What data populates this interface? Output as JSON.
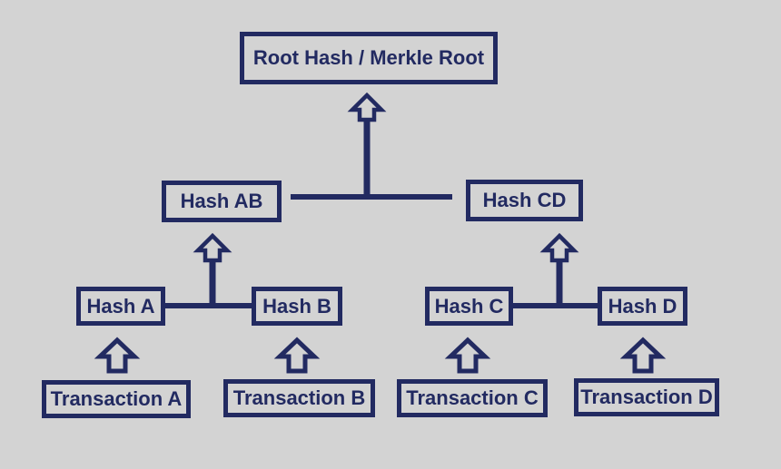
{
  "colors": {
    "background": "#d3d3d3",
    "navy": "#222a61"
  },
  "diagram": {
    "type": "merkle-tree",
    "nodes": {
      "root": {
        "label": "Root Hash / Merkle Root"
      },
      "hash_ab": {
        "label": "Hash AB"
      },
      "hash_cd": {
        "label": "Hash CD"
      },
      "hash_a": {
        "label": "Hash A"
      },
      "hash_b": {
        "label": "Hash B"
      },
      "hash_c": {
        "label": "Hash C"
      },
      "hash_d": {
        "label": "Hash D"
      },
      "tx_a": {
        "label": "Transaction A"
      },
      "tx_b": {
        "label": "Transaction B"
      },
      "tx_c": {
        "label": "Transaction C"
      },
      "tx_d": {
        "label": "Transaction D"
      }
    },
    "edges": [
      {
        "from": "hash_ab_and_hash_cd",
        "to": "root"
      },
      {
        "from": "hash_a_and_hash_b",
        "to": "hash_ab"
      },
      {
        "from": "hash_c_and_hash_d",
        "to": "hash_cd"
      },
      {
        "from": "tx_a",
        "to": "hash_a"
      },
      {
        "from": "tx_b",
        "to": "hash_b"
      },
      {
        "from": "tx_c",
        "to": "hash_c"
      },
      {
        "from": "tx_d",
        "to": "hash_d"
      }
    ]
  }
}
